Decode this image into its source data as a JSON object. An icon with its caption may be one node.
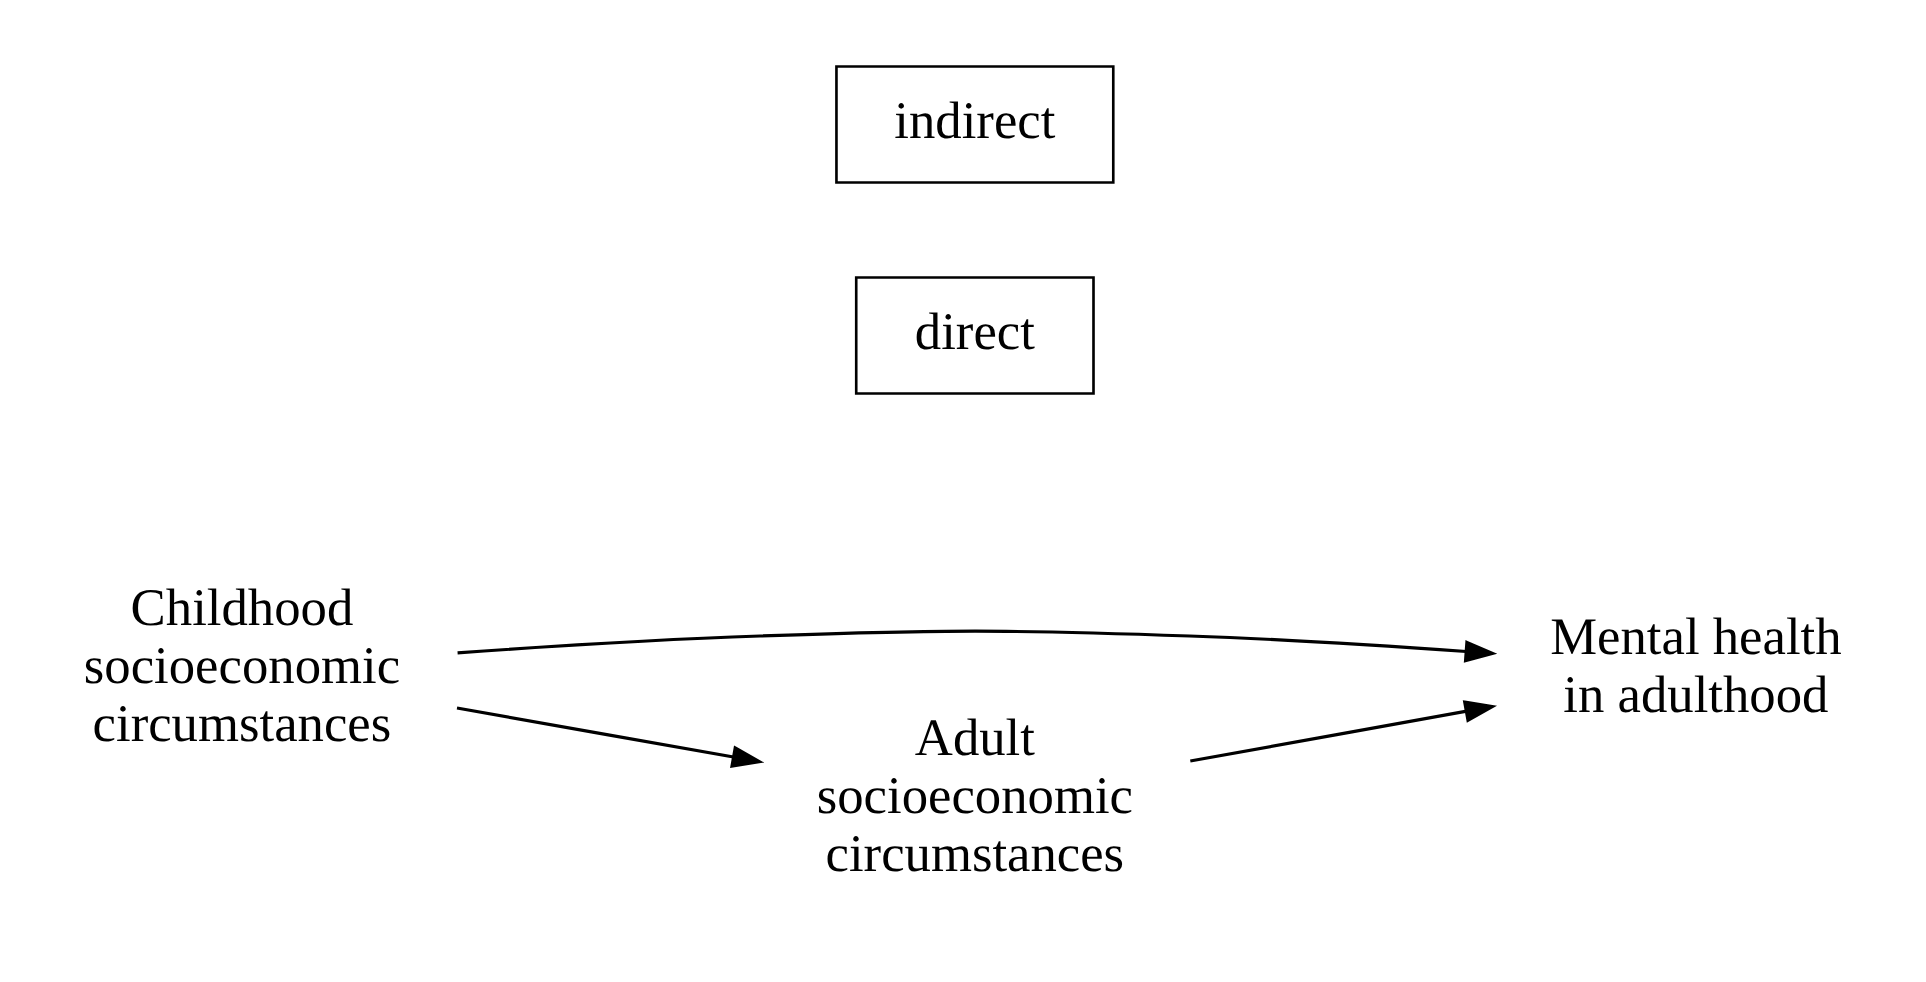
{
  "diagram": {
    "nodes": [
      {
        "text": [
          "Childhood socioeconomic circumstances"
        ]
      },
      {
        "text": [
          "direct"
        ]
      },
      {
        "text": [
          "Mental health in adulthood"
        ]
      },
      {
        "text": [
          "Adult socioeconomic circumstances"
        ]
      },
      {
        "text": [
          "indirect"
        ]
      }
    ],
    "edges": [
      {
        "from": 0,
        "to": 2,
        "arrow": "to"
      },
      {
        "from": 0,
        "to": 3,
        "arrow": "to"
      },
      {
        "from": 3,
        "to": 2,
        "arrow": "to"
      }
    ]
  }
}
